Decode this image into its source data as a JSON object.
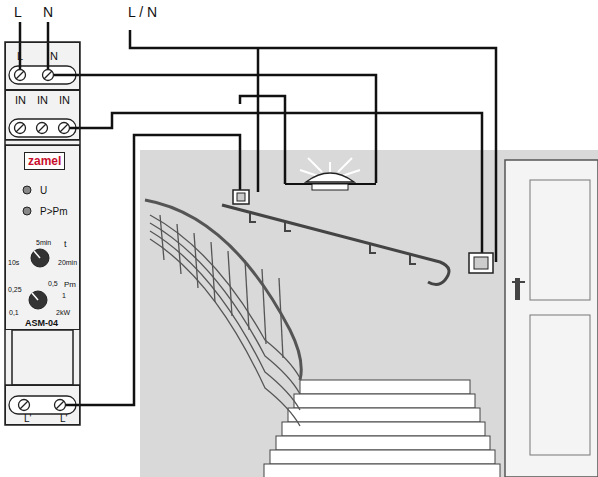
{
  "diagram": {
    "nodes": [
      {
        "text": [
          "L",
          "N"
        ]
      },
      {
        "text": [
          "IN",
          "IN",
          "IN"
        ]
      },
      {
        "text": [
          "zamel",
          "U",
          "P>Pm",
          "t",
          "5min",
          "10s",
          "20min",
          "Pm",
          "0,5",
          "0,25",
          "1",
          "0,1",
          "2kW",
          "ASM-04"
        ]
      },
      {
        "text": [
          "L'",
          "L'"
        ]
      }
    ],
    "labels": [
      "L",
      "N",
      "L / N"
    ]
  }
}
